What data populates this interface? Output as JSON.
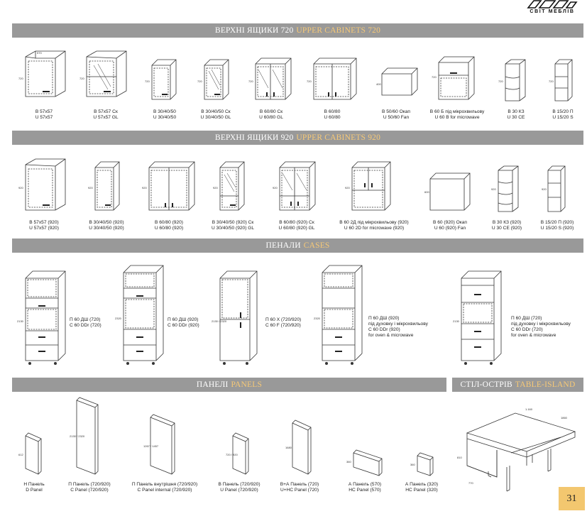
{
  "logo": {
    "brand": "СВІТ МЕБЛІВ"
  },
  "sections": {
    "upper720": {
      "ua": "ВЕРХНІ ЯЩИКИ 720",
      "en": "UPPER CABINETS 720"
    },
    "upper920": {
      "ua": "ВЕРХНІ ЯЩИКИ 920",
      "en": "UPPER CABINETS 920"
    },
    "cases": {
      "ua": "ПЕНАЛИ",
      "en": "CASES"
    },
    "panels": {
      "ua": "ПАНЕЛІ",
      "en": "PANELS"
    },
    "island": {
      "ua": "СТІЛ-ОСТРІВ",
      "en": "TABLE-ISLAND"
    }
  },
  "upper720": [
    {
      "l1": "В 57х57",
      "l2": "U 57х57"
    },
    {
      "l1": "В 57х57 Ск",
      "l2": "U 57х57 GL"
    },
    {
      "l1": "В 30/40/50",
      "l2": "U 30/40/50"
    },
    {
      "l1": "В 30/40/50 Ск",
      "l2": "U 30/40/50 GL"
    },
    {
      "l1": "В 60/80 Ск",
      "l2": "U 60/80 GL"
    },
    {
      "l1": "В 60/80",
      "l2": "U 60/80"
    },
    {
      "l1": "В 50/60 Окап",
      "l2": "U 50/60 Fan"
    },
    {
      "l1": "В 60 Б під мікрохвильову",
      "l2": "U 60 B for microwave"
    },
    {
      "l1": "В 30 КЗ",
      "l2": "U 30 CE"
    },
    {
      "l1": "В 15/20 П",
      "l2": "U 15/20 S"
    }
  ],
  "upper920": [
    {
      "l1": "В 57х57 (920)",
      "l2": "U 57х57 (920)"
    },
    {
      "l1": "В 30/40/50 (920)",
      "l2": "U 30/40/50 (920)"
    },
    {
      "l1": "В 60/80 (920)",
      "l2": "U 60/80 (920)"
    },
    {
      "l1": "В 30/40/50 (920) Ск",
      "l2": "U 30/40/50 (920) GL"
    },
    {
      "l1": "В 60/80 (920) Ск",
      "l2": "U 60/80 (920) GL"
    },
    {
      "l1": "В 60 2Д під мікрохвильову (920)",
      "l2": "U 60 2D for microwave (920)"
    },
    {
      "l1": "В 60 (920) Окап",
      "l2": "U 60 (920) Fan"
    },
    {
      "l1": "В 30 КЗ (920)",
      "l2": "U 30 CE (920)"
    },
    {
      "l1": "В 15/20 П (920)",
      "l2": "U 15/20 S (920)"
    }
  ],
  "cases": [
    {
      "l1": "П 60 ДШ (720)",
      "l2": "С 60 DDr (720)",
      "l3": "",
      "l4": ""
    },
    {
      "l1": "П 60 ДШ (920)",
      "l2": "С 60 DDr (920)",
      "l3": "",
      "l4": ""
    },
    {
      "l1": "П 60 Х (720/920)",
      "l2": "С 60 F (720/920)",
      "l3": "",
      "l4": ""
    },
    {
      "l1": "П 60 ДШ (920)",
      "l2": "під духовку і мікрохвильову",
      "l3": "С 60 DDr (920)",
      "l4": "for oven & microwave"
    },
    {
      "l1": "П 60 ДШ (720)",
      "l2": "під духовку і мікрохвильову",
      "l3": "С 60 DDr (720)",
      "l4": "for oven & microwave"
    }
  ],
  "panels": [
    {
      "l1": "Н Панель",
      "l2": "D Panel"
    },
    {
      "l1": "П Панель (720/920)",
      "l2": "C Panel (720/920)"
    },
    {
      "l1": "П Панель внутрішня (720/920)",
      "l2": "C Panel internal (720/920)"
    },
    {
      "l1": "В Панель (720/920)",
      "l2": "U Panel (720/920)"
    },
    {
      "l1": "В+А Панель (720)",
      "l2": "U+HC Panel (720)"
    },
    {
      "l1": "А Панель (570)",
      "l2": "HC Panel (570)"
    },
    {
      "l1": "А Панель (320)",
      "l2": "HC Panel (320)"
    }
  ],
  "page_number": "31"
}
